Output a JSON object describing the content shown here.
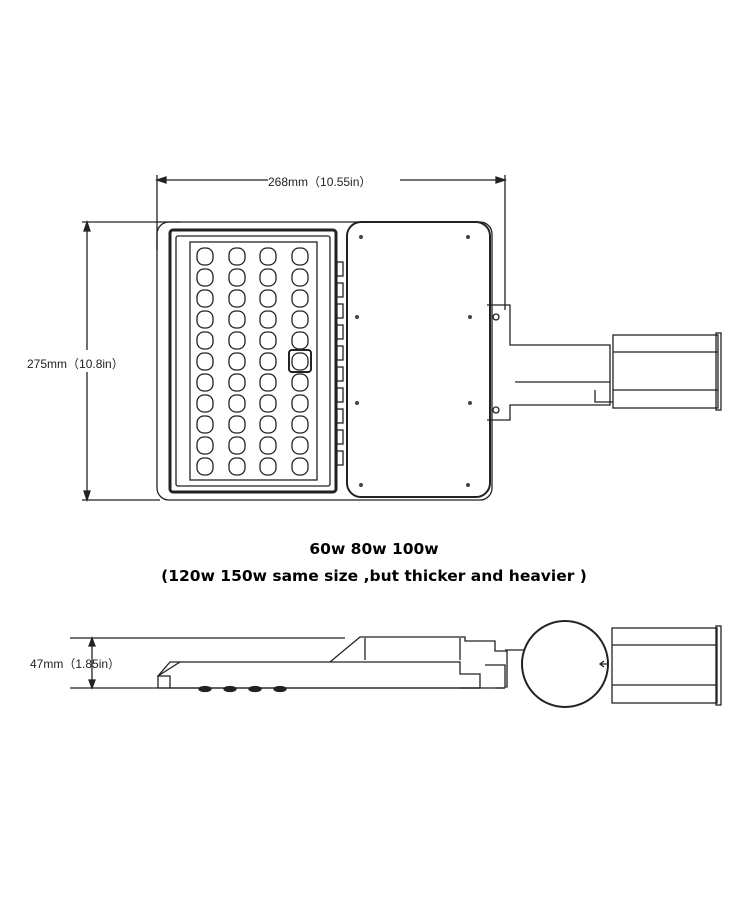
{
  "dimensions": {
    "width": "268mm（10.55in）",
    "height": "275mm（10.8in）",
    "thickness": "47mm（1.85in）"
  },
  "caption": {
    "line1": "60w 80w 100w",
    "line2": "(120w  150w same size ,but thicker and heavier )"
  },
  "colors": {
    "line": "#222222",
    "background": "#ffffff"
  }
}
